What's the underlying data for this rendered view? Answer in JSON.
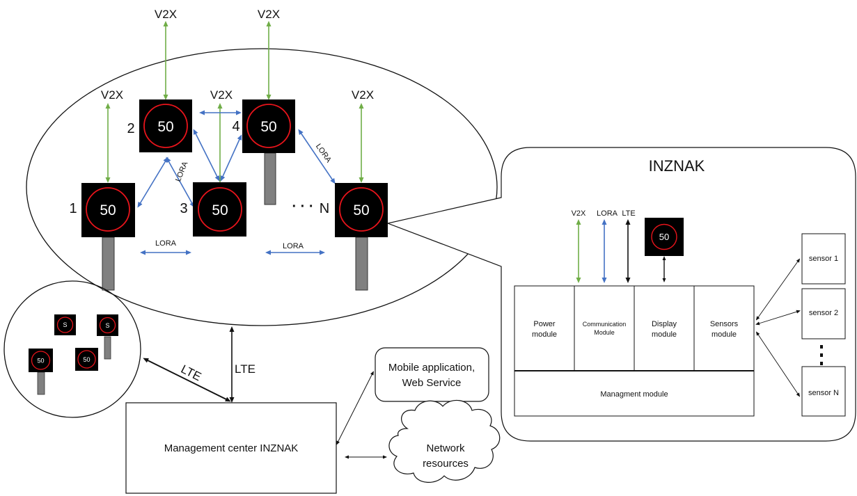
{
  "cluster": {
    "v2x_label": "V2X",
    "lora_label": "LORA",
    "sign_value": "50",
    "node_numbers": [
      "1",
      "2",
      "3",
      "4",
      "N"
    ],
    "ellipsis": "· · ·"
  },
  "mini_cluster": {
    "small_sign_text": "S",
    "sign_value": "50"
  },
  "links": {
    "lte_label": "LTE"
  },
  "management_center": {
    "label": "Management center INZNAK"
  },
  "mobile_app": {
    "line1": "Mobile application,",
    "line2": "Web Service"
  },
  "network": {
    "line1": "Network",
    "line2": "resources"
  },
  "inznak": {
    "title": "INZNAK",
    "iface_v2x": "V2X",
    "iface_lora": "LORA",
    "iface_lte": "LTE",
    "display_value": "50",
    "modules": {
      "power": [
        "Power",
        "module"
      ],
      "communication": [
        "Communication",
        "Module"
      ],
      "display": [
        "Display",
        "module"
      ],
      "sensors": [
        "Sensors",
        "module"
      ],
      "management": "Managment module"
    },
    "sensors": [
      "sensor 1",
      "sensor 2",
      "sensor N"
    ]
  },
  "colors": {
    "v2x": "#70ad47",
    "lora": "#4472c4",
    "sign_background": "#000000",
    "sign_ring": "#e8141b",
    "pole": "#808080"
  }
}
